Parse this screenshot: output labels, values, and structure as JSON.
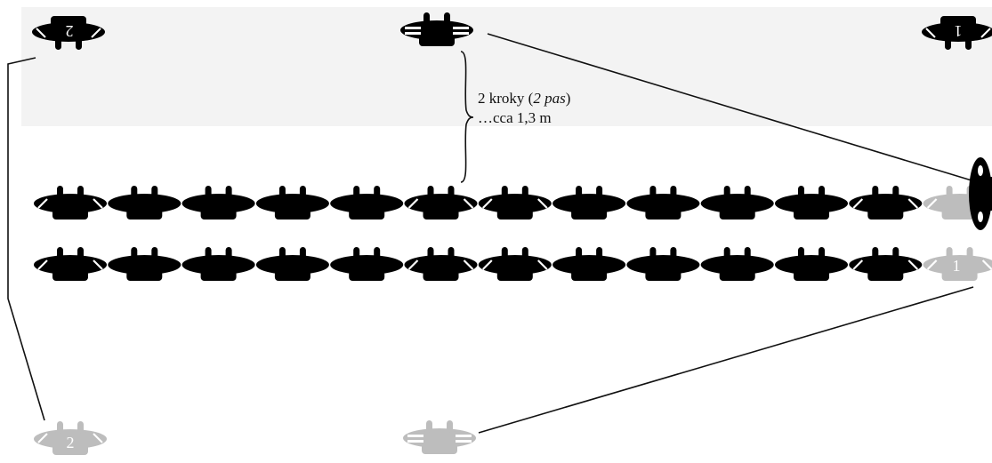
{
  "annotation": {
    "line1_prefix": "2 kroky (",
    "line1_italic": "2 pas",
    "line1_suffix": ")",
    "line2": "…cca 1,3 m"
  },
  "dancer_labels": {
    "top_left": "2",
    "top_right": "1",
    "row2_end": "1",
    "bottom_left": "2"
  },
  "colors": {
    "dancer_dark": "#000000",
    "dancer_light": "#bdbdbd",
    "band": "#f3f3f3",
    "line": "#111111"
  },
  "rows": {
    "count": 12,
    "light_end_count": 1
  }
}
